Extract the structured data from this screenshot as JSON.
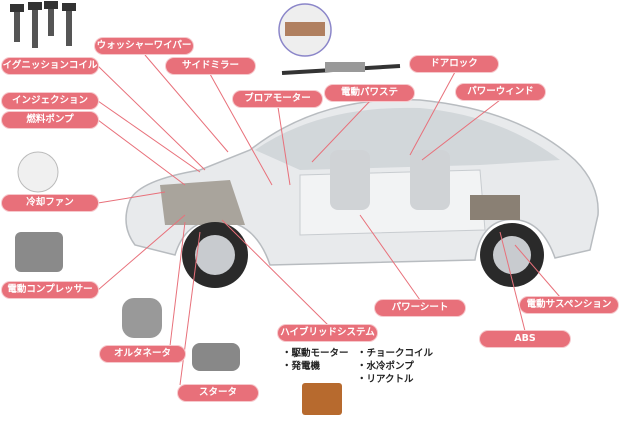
{
  "colors": {
    "label": "#e8707a",
    "line": "#e8707a",
    "car": "#d9dcdf"
  },
  "labels": {
    "ignition_coil": "イグニッションコイル",
    "washer_wiper": "ウォッシャーワイパー",
    "side_mirror": "サイドミラー",
    "injection": "インジェクション",
    "fuel_pump": "燃料ポンプ",
    "blower_motor": "ブロアモーター",
    "power_steering": "電動パワステ",
    "door_lock": "ドアロック",
    "power_window": "パワーウィンド",
    "cooling_fan": "冷却ファン",
    "electric_compressor": "電動コンプレッサー",
    "alternator": "オルタネータ",
    "starter": "スタータ",
    "hybrid_system": "ハイブリッドシステム",
    "power_seat": "パワーシート",
    "electric_suspension": "電動サスペンション",
    "abs": "ABS"
  },
  "hybrid_items": {
    "left": [
      "・駆動モーター",
      "・発電機"
    ],
    "right": [
      "・チョークコイル",
      "・水冷ポンプ",
      "・リアクトル"
    ]
  }
}
